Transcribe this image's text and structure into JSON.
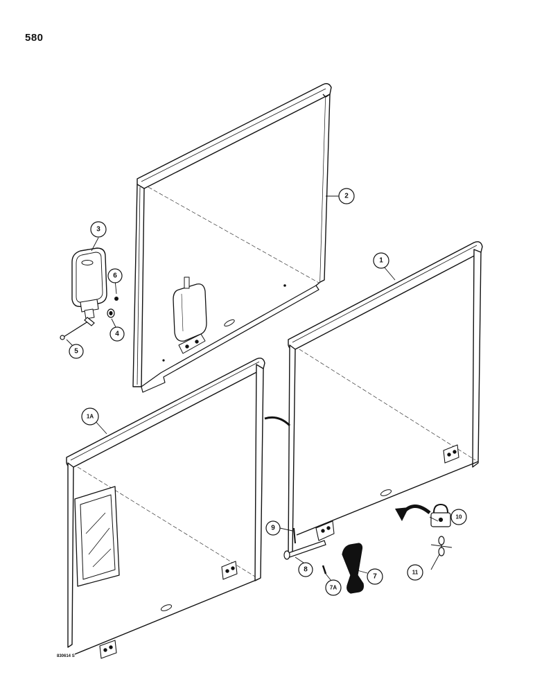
{
  "page": {
    "number": "580",
    "drawing_id": "830614 S"
  },
  "callouts": {
    "c1": "1",
    "c1a": "1A",
    "c2": "2",
    "c3": "3",
    "c4": "4",
    "c5": "5",
    "c6": "6",
    "c7": "7",
    "c7a": "7A",
    "c8": "8",
    "c9": "9",
    "c10": "10",
    "c11": "11"
  }
}
